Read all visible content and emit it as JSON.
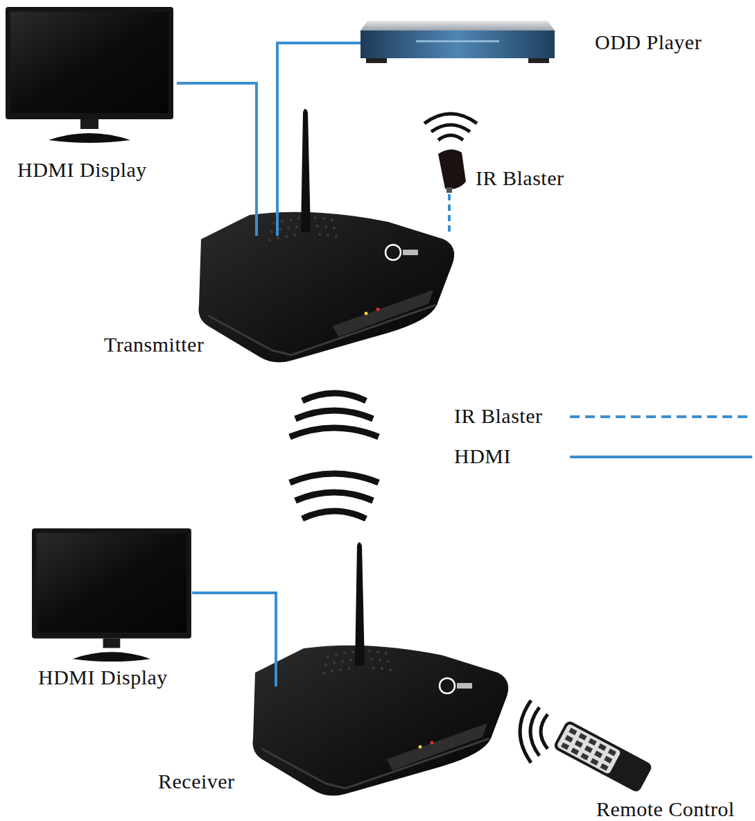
{
  "diagram": {
    "nodes": [
      {
        "text": [
          "HDMI Display"
        ]
      },
      {
        "text": [
          "ODD Player"
        ]
      },
      {
        "text": [
          "IR Blaster"
        ]
      },
      {
        "text": [
          "Transmitter"
        ]
      },
      {
        "text": [
          "HDMI Display"
        ]
      },
      {
        "text": [
          "Receiver"
        ]
      },
      {
        "text": [
          "Remote Control"
        ]
      }
    ],
    "edges": [
      {
        "from": 0,
        "to": 3,
        "arrow": "none"
      },
      {
        "from": 1,
        "to": 3,
        "arrow": "none"
      },
      {
        "from": 2,
        "to": 3,
        "arrow": "none"
      },
      {
        "from": 4,
        "to": 5,
        "arrow": "none"
      }
    ],
    "legend": [
      {
        "text": "IR Blaster"
      },
      {
        "text": "HDMI"
      }
    ]
  }
}
